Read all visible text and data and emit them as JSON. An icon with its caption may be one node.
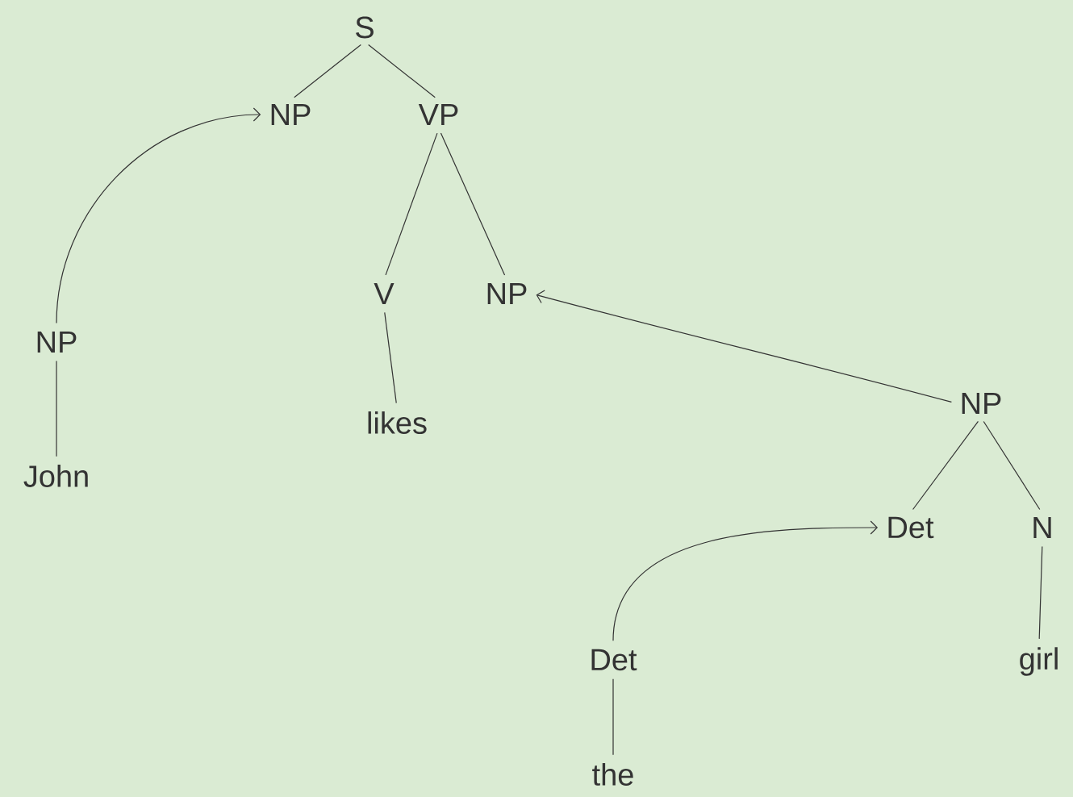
{
  "diagram": {
    "nodes": [
      {
        "text": [
          "S"
        ]
      },
      {
        "text": [
          "NP"
        ]
      },
      {
        "text": [
          "VP"
        ]
      },
      {
        "text": [
          "V"
        ]
      },
      {
        "text": [
          "NP"
        ]
      },
      {
        "text": [
          "likes"
        ]
      },
      {
        "text": [
          "NP"
        ]
      },
      {
        "text": [
          "John"
        ]
      },
      {
        "text": [
          "NP"
        ]
      },
      {
        "text": [
          "Det"
        ]
      },
      {
        "text": [
          "N"
        ]
      },
      {
        "text": [
          "girl"
        ]
      },
      {
        "text": [
          "Det"
        ]
      },
      {
        "text": [
          "the"
        ]
      }
    ],
    "edges": [
      {
        "from": 0,
        "to": 1,
        "arrow": "none"
      },
      {
        "from": 0,
        "to": 2,
        "arrow": "none"
      },
      {
        "from": 2,
        "to": 3,
        "arrow": "none"
      },
      {
        "from": 2,
        "to": 4,
        "arrow": "none"
      },
      {
        "from": 3,
        "to": 5,
        "arrow": "none"
      },
      {
        "from": 6,
        "to": 7,
        "arrow": "none"
      },
      {
        "from": 8,
        "to": 9,
        "arrow": "none"
      },
      {
        "from": 8,
        "to": 10,
        "arrow": "none"
      },
      {
        "from": 10,
        "to": 11,
        "arrow": "none"
      },
      {
        "from": 12,
        "to": 13,
        "arrow": "none"
      },
      {
        "from": 6,
        "to": 1,
        "arrow": "to"
      },
      {
        "from": 8,
        "to": 4,
        "arrow": "to"
      },
      {
        "from": 12,
        "to": 9,
        "arrow": "to"
      }
    ]
  }
}
